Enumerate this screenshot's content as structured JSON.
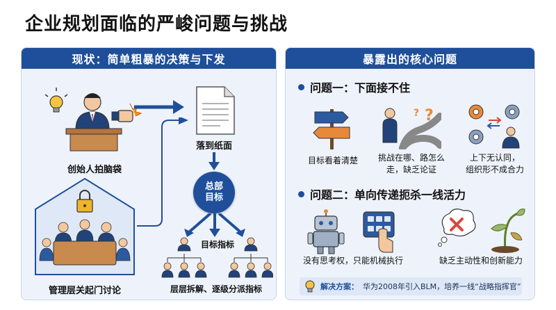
{
  "title": "企业规划面临的严峻问题与挑战",
  "left_panel": {
    "header": "现状：简单粗暴的决策与下发",
    "founder_label": "创始人拍脑袋",
    "paper_label": "落到纸面",
    "goal_line1": "总部",
    "goal_line2": "目标",
    "metrics_label": "目标指标",
    "management_label": "管理层关起门讨论",
    "breakdown_label": "层层拆解、逐级分派指标"
  },
  "right_panel": {
    "header": "暴露出的核心问题",
    "q1_title": "问题一：下面接不住",
    "q1_items": [
      {
        "label": "目标看着清楚",
        "icon": "signpost-icon"
      },
      {
        "label_line1": "挑战在哪、路怎么",
        "label_line2": "走，缺乏论证",
        "icon": "confused-person-icon"
      },
      {
        "label_line1": "上下无认同，",
        "label_line2": "组织形不成合力",
        "icon": "gears-team-icon"
      }
    ],
    "q2_title": "问题二：单向传递扼杀一线活力",
    "q2_items": [
      {
        "label": "没有思考权，只能机械执行",
        "icons": [
          "robot-icon",
          "keypad-press-icon"
        ]
      },
      {
        "label": "缺乏主动性和创新能力",
        "icons": [
          "no-idea-icon",
          "wilted-plant-icon"
        ]
      }
    ],
    "solution_label": "解决方案：",
    "solution_text": "华为2008年引入BLM，培养一线“战略指挥官”"
  },
  "colors": {
    "primary": "#1f4f9a",
    "panel_bg": "#eef3fb",
    "accent_orange": "#e8893a",
    "accent_red": "#d9453b"
  }
}
